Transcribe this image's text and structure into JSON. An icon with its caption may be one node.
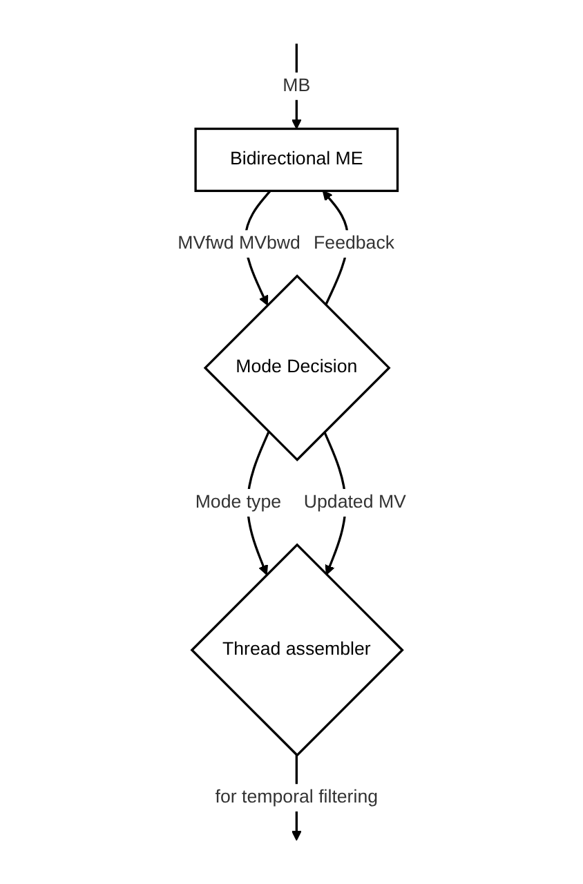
{
  "diagram": {
    "nodes": [
      {
        "text": [
          "Bidirectional ME"
        ]
      },
      {
        "text": [
          "Mode Decision"
        ]
      },
      {
        "text": [
          "Thread assembler"
        ]
      }
    ],
    "edges": [
      {
        "from": null,
        "to": 0,
        "arrow": "to",
        "label": "MB"
      },
      {
        "from": 0,
        "to": 1,
        "arrow": "to",
        "label": "MVfwd MVbwd"
      },
      {
        "from": 1,
        "to": 2,
        "arrow": "to",
        "label": "Mode type"
      },
      {
        "from": 1,
        "to": 2,
        "arrow": "to",
        "label": "Updated MV"
      },
      {
        "from": 1,
        "to": 0,
        "arrow": "to",
        "label": "Feedback"
      },
      {
        "from": 2,
        "to": null,
        "arrow": "to",
        "label": "for temporal filtering"
      }
    ]
  }
}
